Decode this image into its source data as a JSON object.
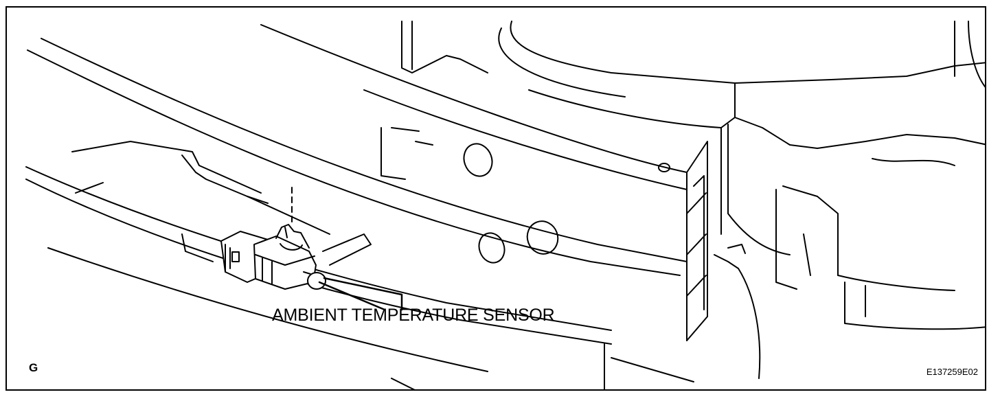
{
  "diagram": {
    "callout_label": "AMBIENT TEMPERATURE SENSOR",
    "view_letter": "G",
    "figure_id": "E137259E02"
  }
}
